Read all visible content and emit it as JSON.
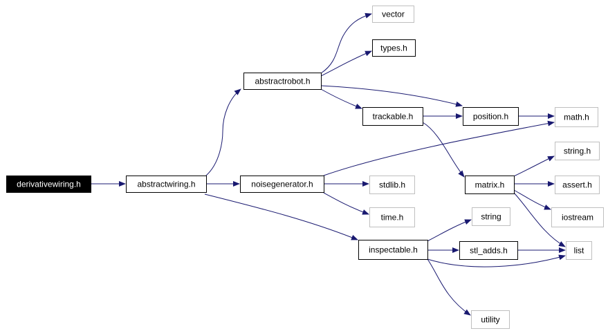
{
  "diagram": {
    "colors": {
      "edge": "#191970",
      "node_border_documented": "#000000",
      "node_border_external": "#bfbfbf",
      "root_fill": "#000000",
      "root_text": "#ffffff",
      "node_fill": "#ffffff",
      "node_text": "#000000"
    },
    "nodes": [
      {
        "id": "derivativewiring",
        "label": "derivativewiring.h",
        "kind": "root"
      },
      {
        "id": "abstractwiring",
        "label": "abstractwiring.h",
        "kind": "documented"
      },
      {
        "id": "abstractrobot",
        "label": "abstractrobot.h",
        "kind": "documented"
      },
      {
        "id": "noisegenerator",
        "label": "noisegenerator.h",
        "kind": "documented"
      },
      {
        "id": "inspectable",
        "label": "inspectable.h",
        "kind": "documented"
      },
      {
        "id": "vector",
        "label": "vector",
        "kind": "external"
      },
      {
        "id": "types",
        "label": "types.h",
        "kind": "documented"
      },
      {
        "id": "trackable",
        "label": "trackable.h",
        "kind": "documented"
      },
      {
        "id": "position",
        "label": "position.h",
        "kind": "documented"
      },
      {
        "id": "math",
        "label": "math.h",
        "kind": "external"
      },
      {
        "id": "matrix",
        "label": "matrix.h",
        "kind": "documented"
      },
      {
        "id": "string_h",
        "label": "string.h",
        "kind": "external"
      },
      {
        "id": "assert",
        "label": "assert.h",
        "kind": "external"
      },
      {
        "id": "iostream",
        "label": "iostream",
        "kind": "external"
      },
      {
        "id": "stdlib",
        "label": "stdlib.h",
        "kind": "external"
      },
      {
        "id": "time",
        "label": "time.h",
        "kind": "external"
      },
      {
        "id": "string",
        "label": "string",
        "kind": "external"
      },
      {
        "id": "stl_adds",
        "label": "stl_adds.h",
        "kind": "documented"
      },
      {
        "id": "list",
        "label": "list",
        "kind": "external"
      },
      {
        "id": "utility",
        "label": "utility",
        "kind": "external"
      }
    ],
    "edges": [
      {
        "from": "derivativewiring",
        "to": "abstractwiring"
      },
      {
        "from": "abstractwiring",
        "to": "abstractrobot"
      },
      {
        "from": "abstractwiring",
        "to": "noisegenerator"
      },
      {
        "from": "abstractwiring",
        "to": "inspectable"
      },
      {
        "from": "abstractrobot",
        "to": "vector"
      },
      {
        "from": "abstractrobot",
        "to": "types"
      },
      {
        "from": "abstractrobot",
        "to": "position"
      },
      {
        "from": "abstractrobot",
        "to": "trackable"
      },
      {
        "from": "trackable",
        "to": "position"
      },
      {
        "from": "trackable",
        "to": "matrix"
      },
      {
        "from": "position",
        "to": "math"
      },
      {
        "from": "noisegenerator",
        "to": "math"
      },
      {
        "from": "noisegenerator",
        "to": "stdlib"
      },
      {
        "from": "noisegenerator",
        "to": "time"
      },
      {
        "from": "matrix",
        "to": "string_h"
      },
      {
        "from": "matrix",
        "to": "assert"
      },
      {
        "from": "matrix",
        "to": "iostream"
      },
      {
        "from": "matrix",
        "to": "list"
      },
      {
        "from": "inspectable",
        "to": "string"
      },
      {
        "from": "inspectable",
        "to": "stl_adds"
      },
      {
        "from": "inspectable",
        "to": "list"
      },
      {
        "from": "inspectable",
        "to": "utility"
      },
      {
        "from": "stl_adds",
        "to": "list"
      }
    ]
  }
}
